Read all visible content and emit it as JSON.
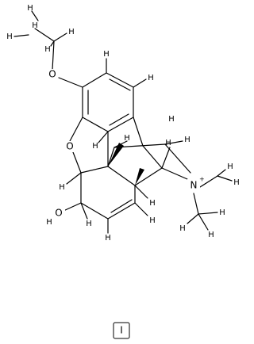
{
  "labels": {
    "ethoxy_oxygen": "O",
    "ring_oxygen": "O",
    "hydroxyl": "OH",
    "hydroxyl_h": "H",
    "hydroxyl_o": "O",
    "nitrogen": "N",
    "nitrogen_charge": "+",
    "hydrogen": "H",
    "counter_ion": "I"
  },
  "colors": {
    "ink": "#000000",
    "background": "#ffffff"
  }
}
